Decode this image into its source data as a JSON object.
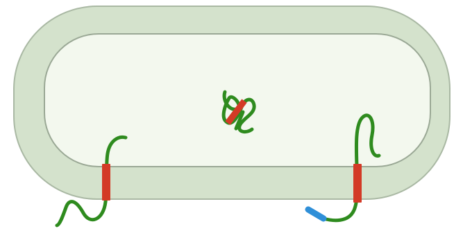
{
  "diagram": {
    "title": "",
    "colors": {
      "background": "#ffffff",
      "cell_wall_fill": "#d4e2cc",
      "cell_wall_stroke": "#a9b8a3",
      "cytoplasm_fill": "#f3f8ee",
      "cytoplasm_stroke": "#9aa895",
      "protein_chain": "#2e8b1e",
      "transmembrane_segment": "#d33a26",
      "terminal_tag": "#2f8fd8"
    },
    "elements": {
      "cell": "bacterial-cell",
      "membrane_protein_left": "transmembrane-protein",
      "membrane_protein_right": "transmembrane-protein-with-tag",
      "cytoplasmic_protein": "folded-cytoplasmic-protein"
    }
  }
}
